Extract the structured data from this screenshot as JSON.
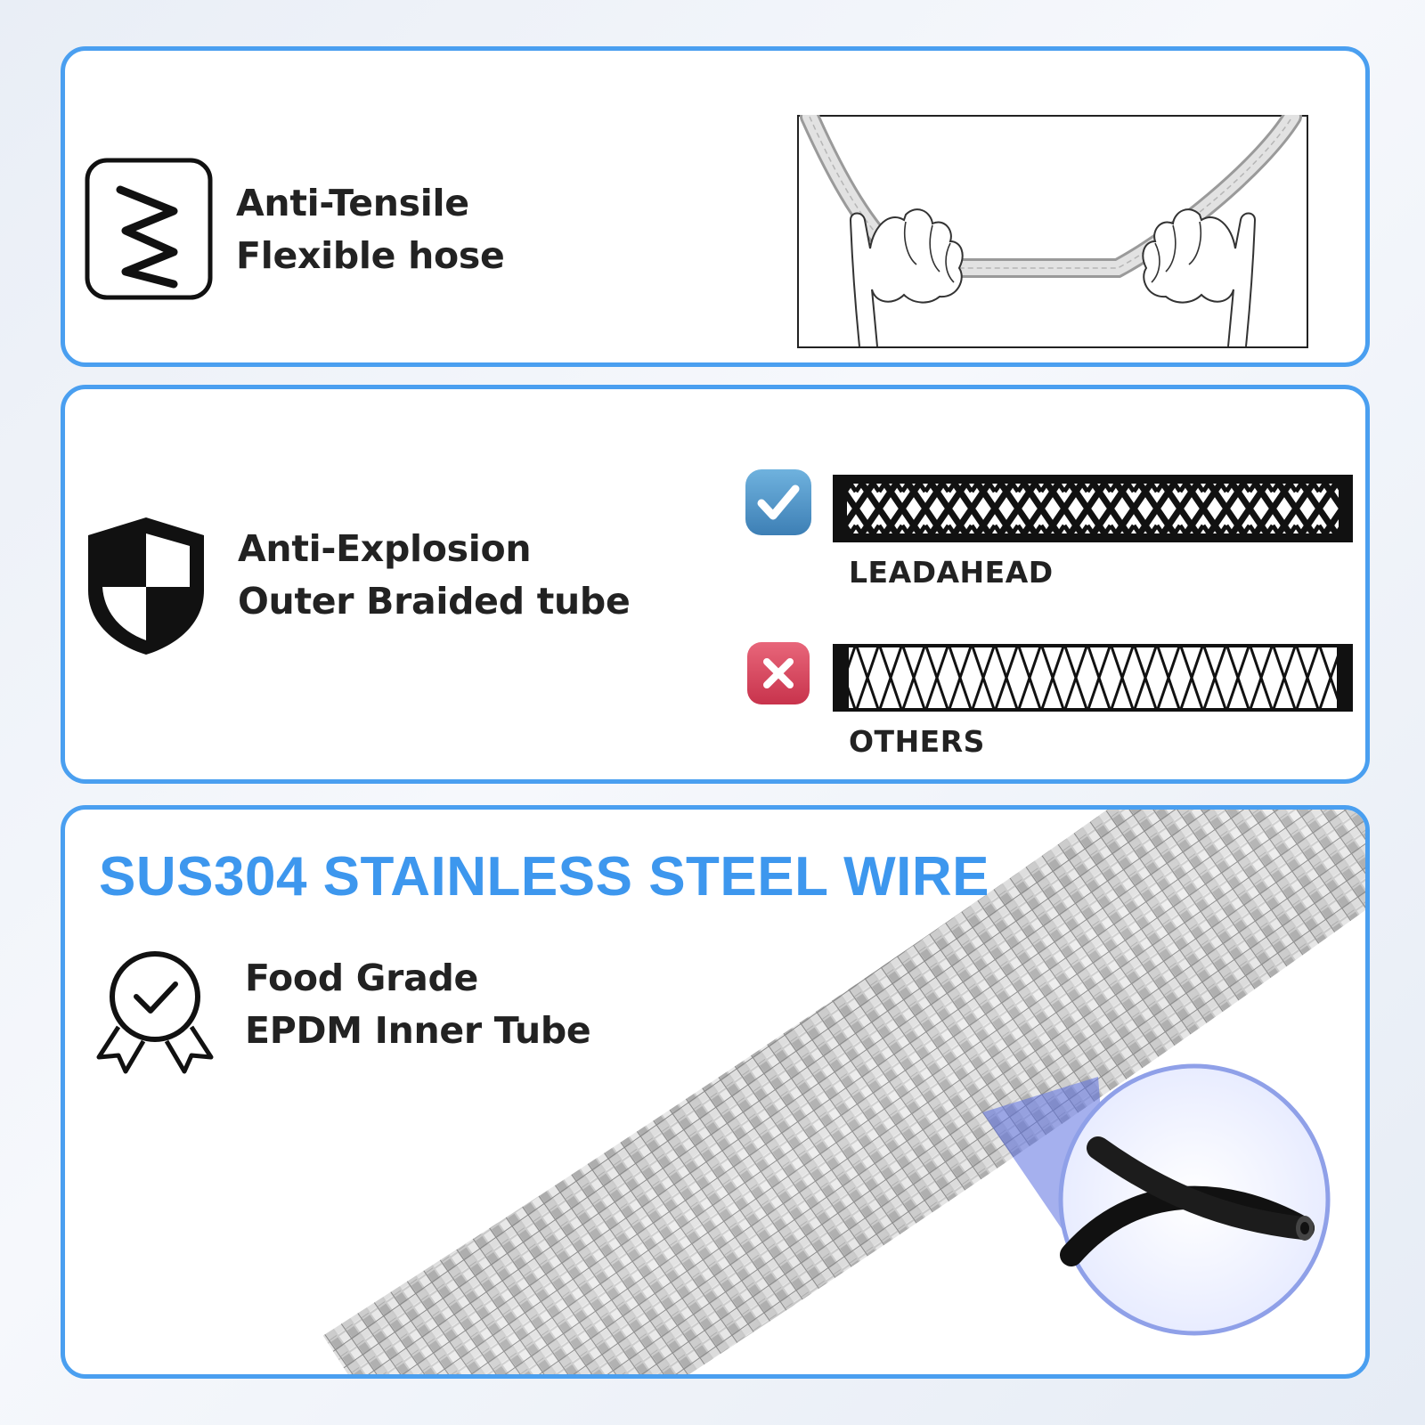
{
  "panels": {
    "tensile": {
      "title_line1": "Anti-Tensile",
      "title_line2": "Flexible hose",
      "icon": "spring-zigzag-icon"
    },
    "explosion": {
      "title_line1": "Anti-Explosion",
      "title_line2": "Outer Braided tube",
      "icon": "shield-icon",
      "comparison": {
        "good_label": "LEADAHEAD",
        "good_icon": "checkmark-icon",
        "good_color": "#4a8fc4",
        "bad_label": "OTHERS",
        "bad_icon": "cross-icon",
        "bad_color": "#d8475e"
      }
    },
    "material": {
      "heading": "SUS304 STAINLESS STEEL WIRE",
      "heading_color": "#3d97ee",
      "title_line1": "Food Grade",
      "title_line2": "EPDM Inner Tube",
      "icon": "certified-badge-icon"
    }
  },
  "colors": {
    "panel_border": "#4a9ff0",
    "text": "#222222"
  }
}
